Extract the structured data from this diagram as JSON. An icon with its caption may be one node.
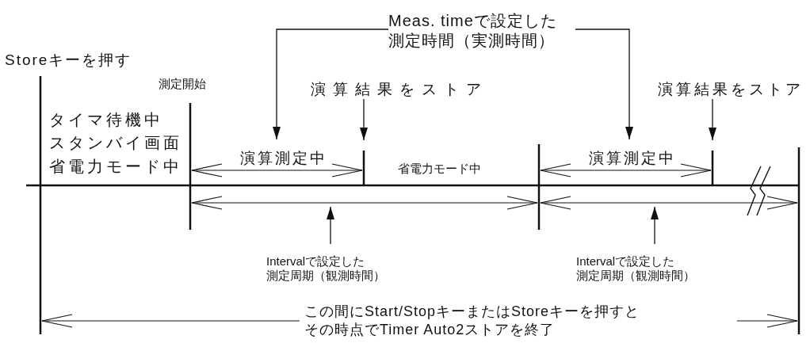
{
  "diagram": {
    "nodes": [
      {
        "text": [
          "Meas. timeで設定した測定時間（実測時間）"
        ]
      },
      {
        "text": [
          "演算測定中"
        ]
      },
      {
        "text": [
          "演算測定中"
        ]
      },
      {
        "text": [
          "演算結果をストア"
        ]
      },
      {
        "text": [
          "演算結果をストア"
        ]
      },
      {
        "text": [
          "Intervalで設定した測定周期（観測時間）"
        ]
      },
      {
        "text": [
          "Intervalで設定した測定周期（観測時間）"
        ]
      }
    ],
    "edges": [
      {
        "from": 0,
        "to": 1,
        "arrow": "to"
      },
      {
        "from": 0,
        "to": 2,
        "arrow": "to"
      },
      {
        "from": 3,
        "to": null,
        "arrow": "to"
      },
      {
        "from": 4,
        "to": null,
        "arrow": "to"
      },
      {
        "from": 5,
        "to": null,
        "arrow": "to"
      },
      {
        "from": 6,
        "to": null,
        "arrow": "to"
      }
    ],
    "labels": [
      "Storeキーを押す",
      "測定開始",
      "タイマ待機中",
      "スタンバイ画面",
      "省電力モード中",
      "省電力モード中",
      "この間にStart/StopキーまたはStoreキーを押すとその時点でTimer Auto2ストアを終了"
    ]
  }
}
